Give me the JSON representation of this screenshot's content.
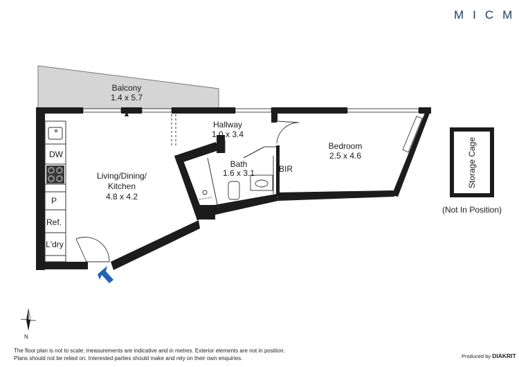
{
  "brand": {
    "name": "MICM"
  },
  "rooms": {
    "balcony": {
      "name": "Balcony",
      "dims": "1.4 x 5.7"
    },
    "hallway": {
      "name": "Hallway",
      "dims": "1.0 x 3.4"
    },
    "living": {
      "name_line1": "Living/Dining/",
      "name_line2": "Kitchen",
      "dims": "4.8 x 4.2"
    },
    "bath": {
      "name": "Bath",
      "dims": "1.6 x 3.1"
    },
    "bedroom": {
      "name": "Bedroom",
      "dims": "2.5 x 4.6"
    },
    "bir": {
      "name": "BIR"
    }
  },
  "fixtures": {
    "dishwasher": "DW",
    "pantry": "P",
    "fridge": "Ref.",
    "laundry": "L'dry"
  },
  "storage": {
    "name": "Storage Cage",
    "note": "(Not In Position)"
  },
  "compass": {
    "north": "N"
  },
  "disclaimer": {
    "line1": "The floor plan is not to scale; measurements are indicative and in metres. Exterior elements are not in position.",
    "line2": "Plans should not be relied on. Interested parties should make and rely on their own enquiries."
  },
  "credit": {
    "prefix": "Produced by",
    "company": "DIAKRIT"
  }
}
